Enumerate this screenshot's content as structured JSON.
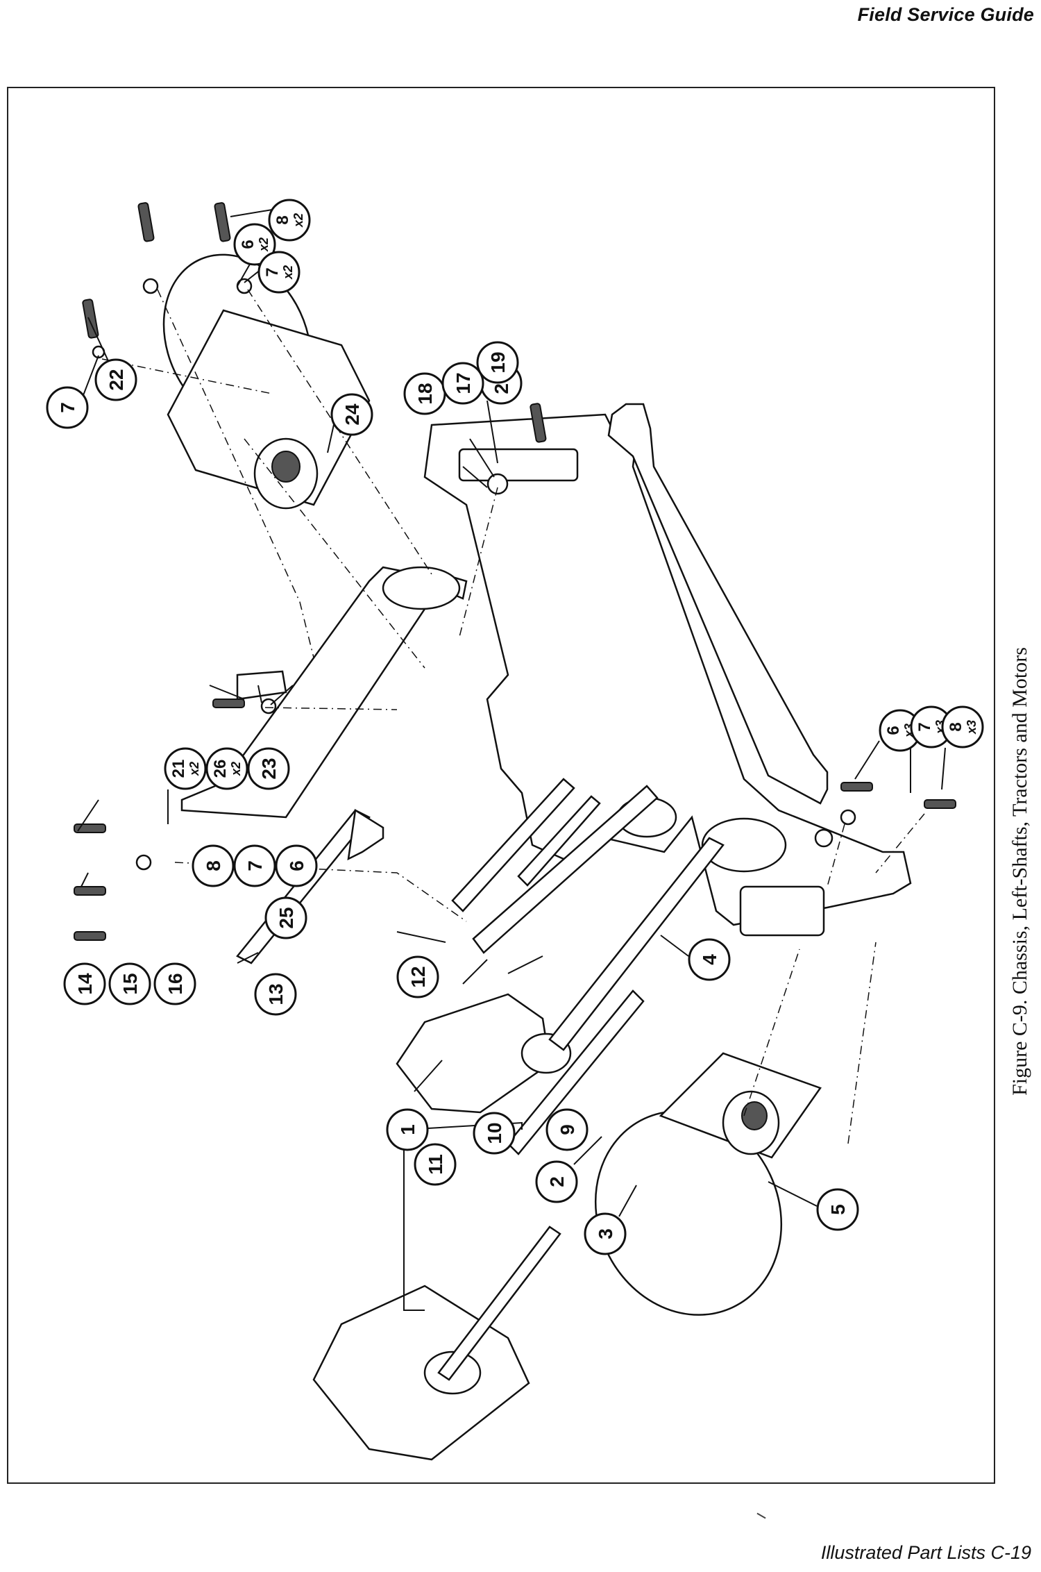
{
  "header": {
    "title": "Field Service Guide"
  },
  "figure": {
    "caption": "Figure C-9.  Chassis, Left-Shafts, Tractors and Motors",
    "callouts": [
      {
        "num": "1",
        "qty": ""
      },
      {
        "num": "2",
        "qty": ""
      },
      {
        "num": "3",
        "qty": ""
      },
      {
        "num": "4",
        "qty": ""
      },
      {
        "num": "5",
        "qty": ""
      },
      {
        "num": "6",
        "qty": "x2"
      },
      {
        "num": "7",
        "qty": "x2"
      },
      {
        "num": "8",
        "qty": "x2"
      },
      {
        "num": "7",
        "qty": ""
      },
      {
        "num": "22",
        "qty": ""
      },
      {
        "num": "24",
        "qty": ""
      },
      {
        "num": "20",
        "qty": ""
      },
      {
        "num": "19",
        "qty": ""
      },
      {
        "num": "18",
        "qty": ""
      },
      {
        "num": "17",
        "qty": ""
      },
      {
        "num": "8",
        "qty": ""
      },
      {
        "num": "7",
        "qty": ""
      },
      {
        "num": "6",
        "qty": ""
      },
      {
        "num": "21",
        "qty": "x2"
      },
      {
        "num": "26",
        "qty": "x2"
      },
      {
        "num": "23",
        "qty": ""
      },
      {
        "num": "25",
        "qty": ""
      },
      {
        "num": "14",
        "qty": ""
      },
      {
        "num": "15",
        "qty": ""
      },
      {
        "num": "16",
        "qty": ""
      },
      {
        "num": "13",
        "qty": ""
      },
      {
        "num": "12",
        "qty": ""
      },
      {
        "num": "11",
        "qty": ""
      },
      {
        "num": "10",
        "qty": ""
      },
      {
        "num": "9",
        "qty": ""
      },
      {
        "num": "6",
        "qty": "x3"
      },
      {
        "num": "7",
        "qty": "x3"
      },
      {
        "num": "8",
        "qty": "x3"
      }
    ]
  },
  "footer": {
    "text": "Illustrated Part Lists   C-19"
  }
}
